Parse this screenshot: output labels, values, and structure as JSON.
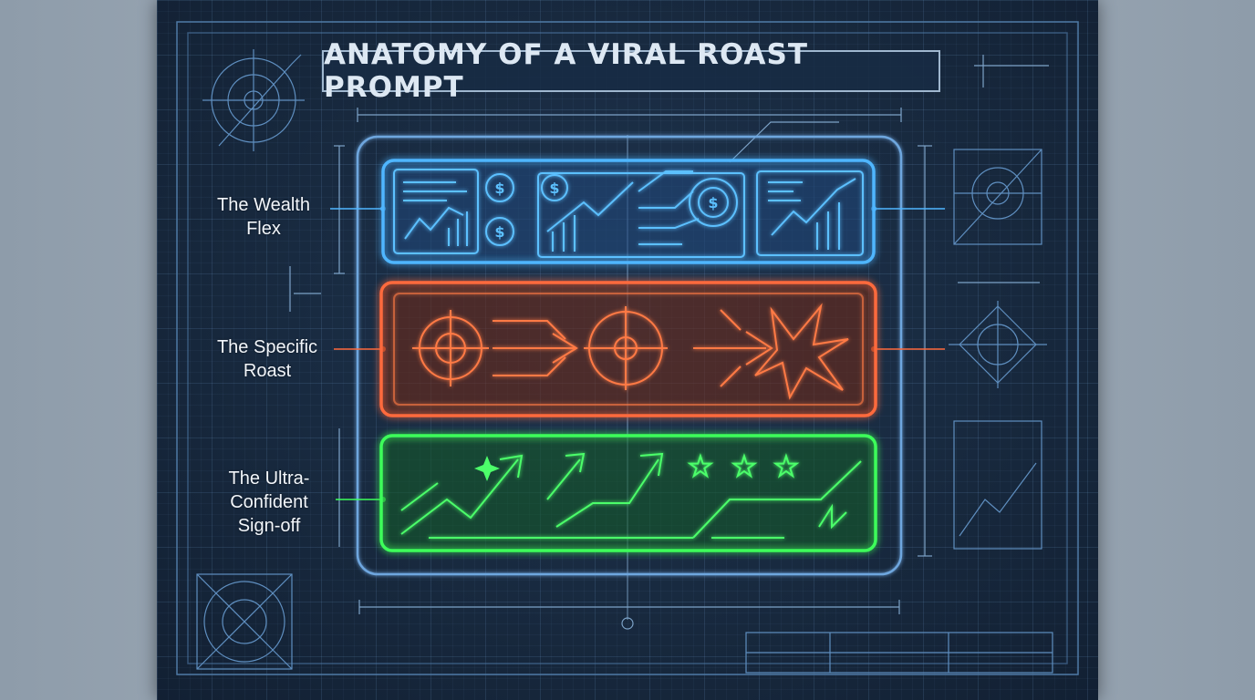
{
  "title": "ANATOMY OF A VIRAL ROAST PROMPT",
  "sections": [
    {
      "label_lines": [
        "The Wealth",
        "Flex"
      ],
      "color": "#4fb6ff"
    },
    {
      "label_lines": [
        "The Specific",
        "Roast"
      ],
      "color": "#ff6a3c"
    },
    {
      "label_lines": [
        "The Ultra-",
        "Confident",
        "Sign-off"
      ],
      "color": "#3dff5a"
    }
  ],
  "icons": {
    "wealth": [
      "dollar-coin-icon",
      "bar-chart-icon",
      "circuit-trace-icon",
      "trend-up-icon"
    ],
    "roast": [
      "target-icon",
      "arrow-icon",
      "burst-icon"
    ],
    "signoff": [
      "rising-arrow-icon",
      "star-icon"
    ]
  },
  "symbols": {
    "dollar": "$",
    "star": "★"
  },
  "colors": {
    "sheet": "#17283d",
    "grid": "#6fa8dc",
    "linework": "#5f8fc0"
  }
}
